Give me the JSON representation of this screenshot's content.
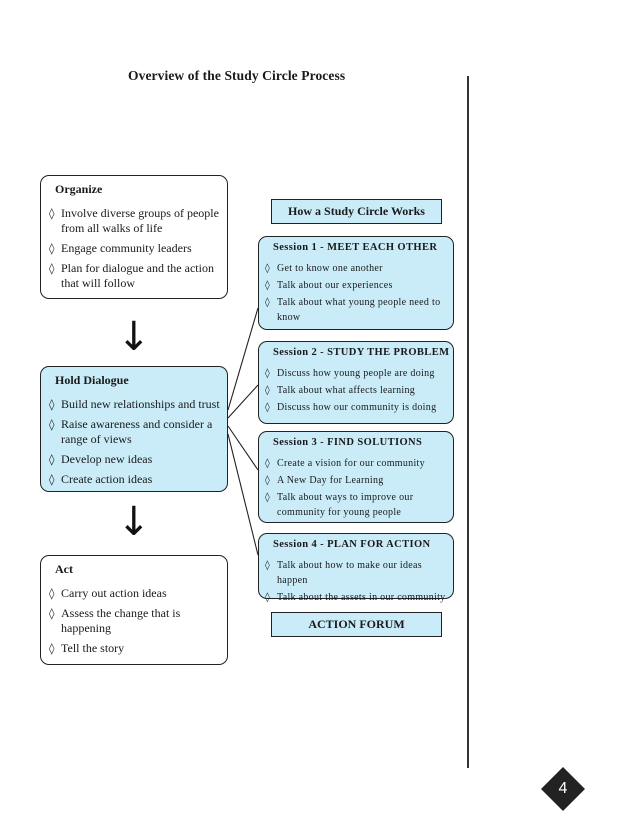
{
  "title": "Overview of the Study Circle Process",
  "diamond": "◊",
  "organize": {
    "heading": "Organize",
    "items": [
      [
        "Involve diverse groups of people",
        "from all walks of life"
      ],
      [
        "Engage community leaders"
      ],
      [
        "Plan for dialogue and the action",
        "that will follow"
      ]
    ]
  },
  "dialogue": {
    "heading": "Hold Dialogue",
    "items": [
      [
        "Build new relationships and trust"
      ],
      [
        "Raise awareness and consider a",
        "range of views"
      ],
      [
        "Develop new ideas"
      ],
      [
        "Create action ideas"
      ]
    ]
  },
  "act": {
    "heading": "Act",
    "items": [
      [
        "Carry out action ideas"
      ],
      [
        "Assess the change that is",
        "happening"
      ],
      [
        "Tell the story"
      ]
    ]
  },
  "how_works": "How a Study Circle Works",
  "sessions": [
    {
      "heading": "Session 1 - MEET EACH OTHER",
      "items": [
        [
          "Get to know one another"
        ],
        [
          "Talk about our experiences"
        ],
        [
          "Talk about what young people need to",
          "know"
        ]
      ]
    },
    {
      "heading": "Session 2 - STUDY THE PROBLEM",
      "items": [
        [
          "Discuss how young people are doing"
        ],
        [
          "Talk about what affects learning"
        ],
        [
          "Discuss how our community is doing"
        ]
      ]
    },
    {
      "heading": "Session 3 - FIND SOLUTIONS",
      "items": [
        [
          "Create a vision for our community"
        ],
        [
          "A New Day for Learning"
        ],
        [
          "Talk about ways to improve our",
          "community for young people"
        ]
      ]
    },
    {
      "heading": "Session 4 - PLAN FOR ACTION",
      "items": [
        [
          "Talk about how to make our ideas happen"
        ],
        [
          "Talk about the assets in our community"
        ]
      ]
    }
  ],
  "action_forum": "ACTION FORUM",
  "page_number": "4",
  "colors": {
    "box_fill": "#c9ecf8",
    "border": "#222222",
    "page_badge": "#222222"
  }
}
